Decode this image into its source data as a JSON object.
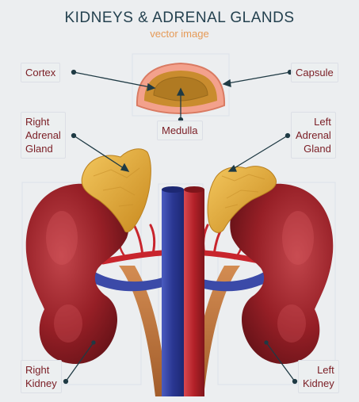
{
  "header": {
    "title": "KIDNEYS & ADRENAL GLANDS",
    "subtitle": "vector image"
  },
  "labels": {
    "cortex": "Cortex",
    "capsule": "Capsule",
    "medulla": "Medulla",
    "right_adrenal_1": "Right",
    "right_adrenal_2": "Adrenal",
    "right_adrenal_3": "Gland",
    "left_adrenal_1": "Left",
    "left_adrenal_2": "Adrenal",
    "left_adrenal_3": "Gland",
    "right_kidney_1": "Right",
    "right_kidney_2": "Kidney",
    "left_kidney_1": "Left",
    "left_kidney_2": "Kidney"
  },
  "colors": {
    "title": "#24414f",
    "subtitle": "#e59a57",
    "label_text": "#7a1d24",
    "kidney": "#8e1c22",
    "adrenal": "#e2a83a",
    "vena_cava": "#2f3f9a",
    "aorta": "#b8242b",
    "ureter": "#b8703a",
    "pointer": "#1f3a44"
  }
}
